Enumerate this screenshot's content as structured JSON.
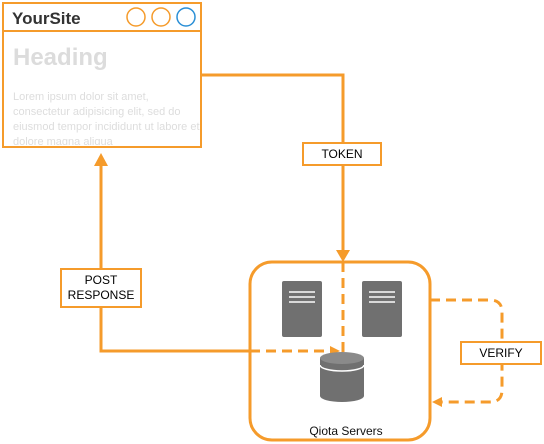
{
  "browser_window": {
    "site_name": "YourSite",
    "heading": "Heading",
    "body_text": "Lorem ipsum dolor sit amet, consectetur adipisicing elit, sed do eiusmod tempor incididunt ut labore et dolore magna aliqua"
  },
  "labels": {
    "token": "TOKEN",
    "post_response": "POST\nRESPONSE",
    "verify": "VERIFY"
  },
  "servers": {
    "caption": "Qiota Servers"
  },
  "colors": {
    "accent": "#f59b2b",
    "window_button_blue": "#2a8fd6",
    "server_gray": "#707070"
  }
}
